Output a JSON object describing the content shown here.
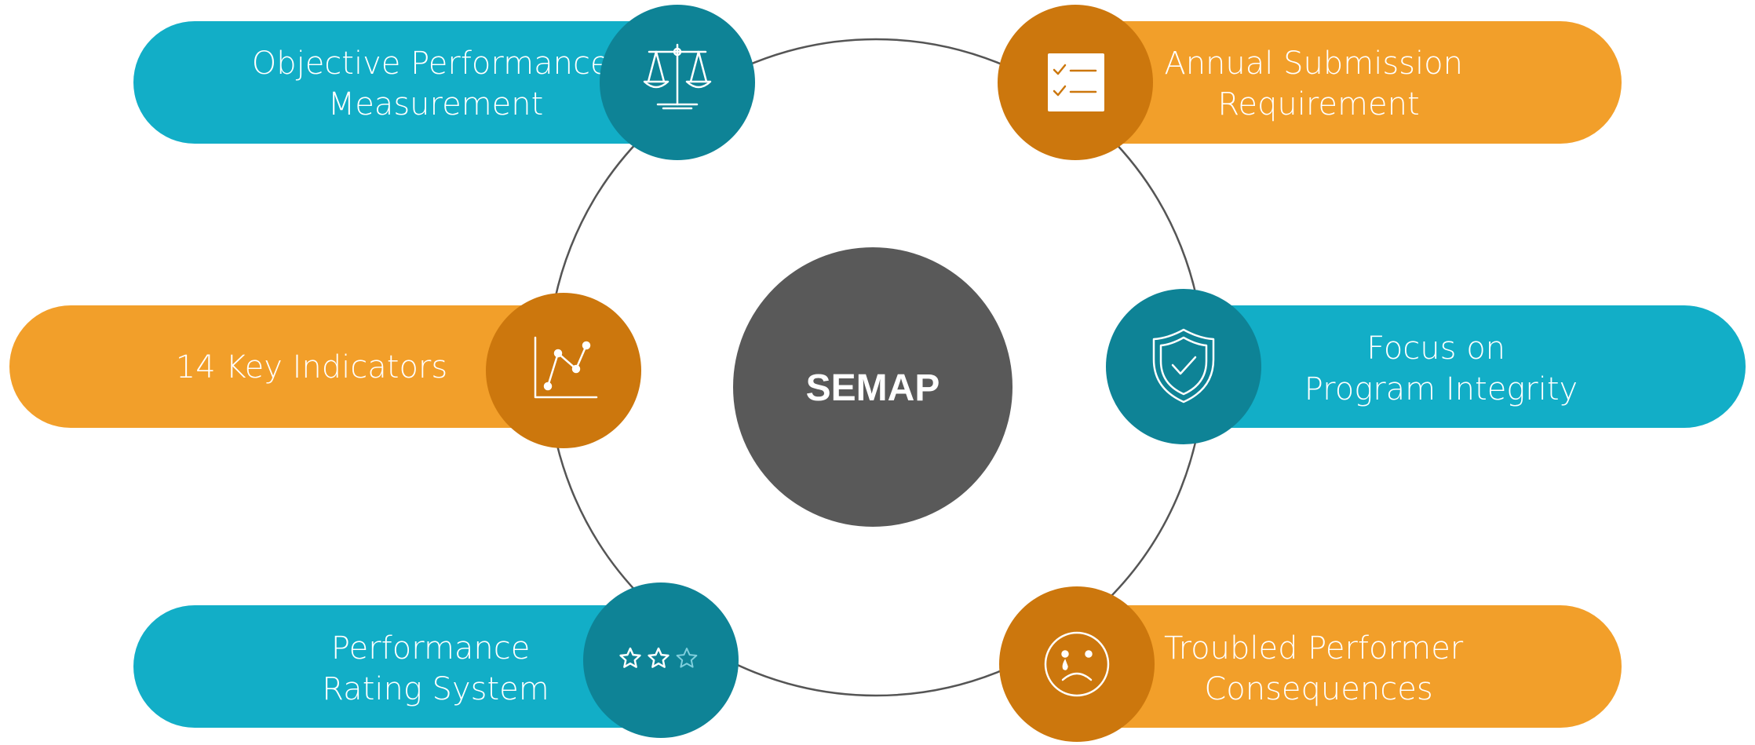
{
  "colors": {
    "teal_pill": "#12AEC7",
    "teal_badge": "#0E8396",
    "orange_pill": "#F29F2A",
    "orange_badge": "#CC770D",
    "center_fill": "#595959",
    "ring_stroke": "#555555",
    "text_light": "#ffffff"
  },
  "center": {
    "label": "SEMAP"
  },
  "items": [
    {
      "lines": [
        "Objective Performance",
        "Measurement"
      ],
      "icon": "scales-icon"
    },
    {
      "lines": [
        "Annual Submission",
        "Requirement"
      ],
      "icon": "checklist-icon"
    },
    {
      "lines": [
        "14 Key Indicators"
      ],
      "icon": "line-chart-icon"
    },
    {
      "lines": [
        "Focus on",
        "Program Integrity"
      ],
      "icon": "shield-check-icon"
    },
    {
      "lines": [
        "Performance",
        "Rating System"
      ],
      "icon": "star-rating-icon"
    },
    {
      "lines": [
        "Troubled Performer",
        "Consequences"
      ],
      "icon": "sad-face-icon"
    }
  ]
}
